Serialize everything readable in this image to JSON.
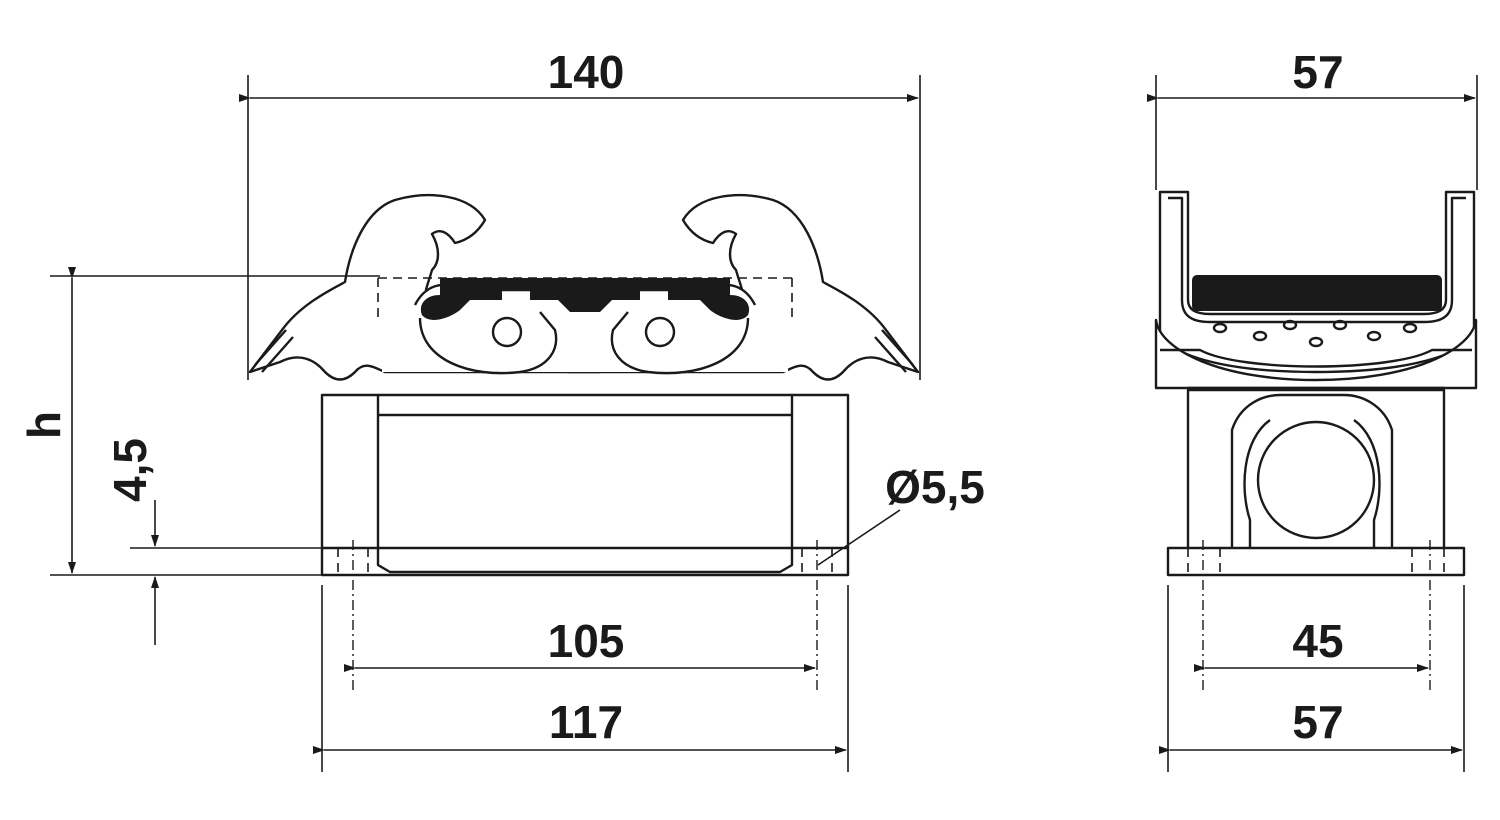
{
  "dimensions": {
    "overall_width": "140",
    "side_width_top": "57",
    "height_symbol": "h",
    "base_thickness": "4,5",
    "hole_diameter": "Ø5,5",
    "hole_spacing_front": "105",
    "base_length": "117",
    "hole_spacing_side": "45",
    "side_width_bottom": "57"
  }
}
